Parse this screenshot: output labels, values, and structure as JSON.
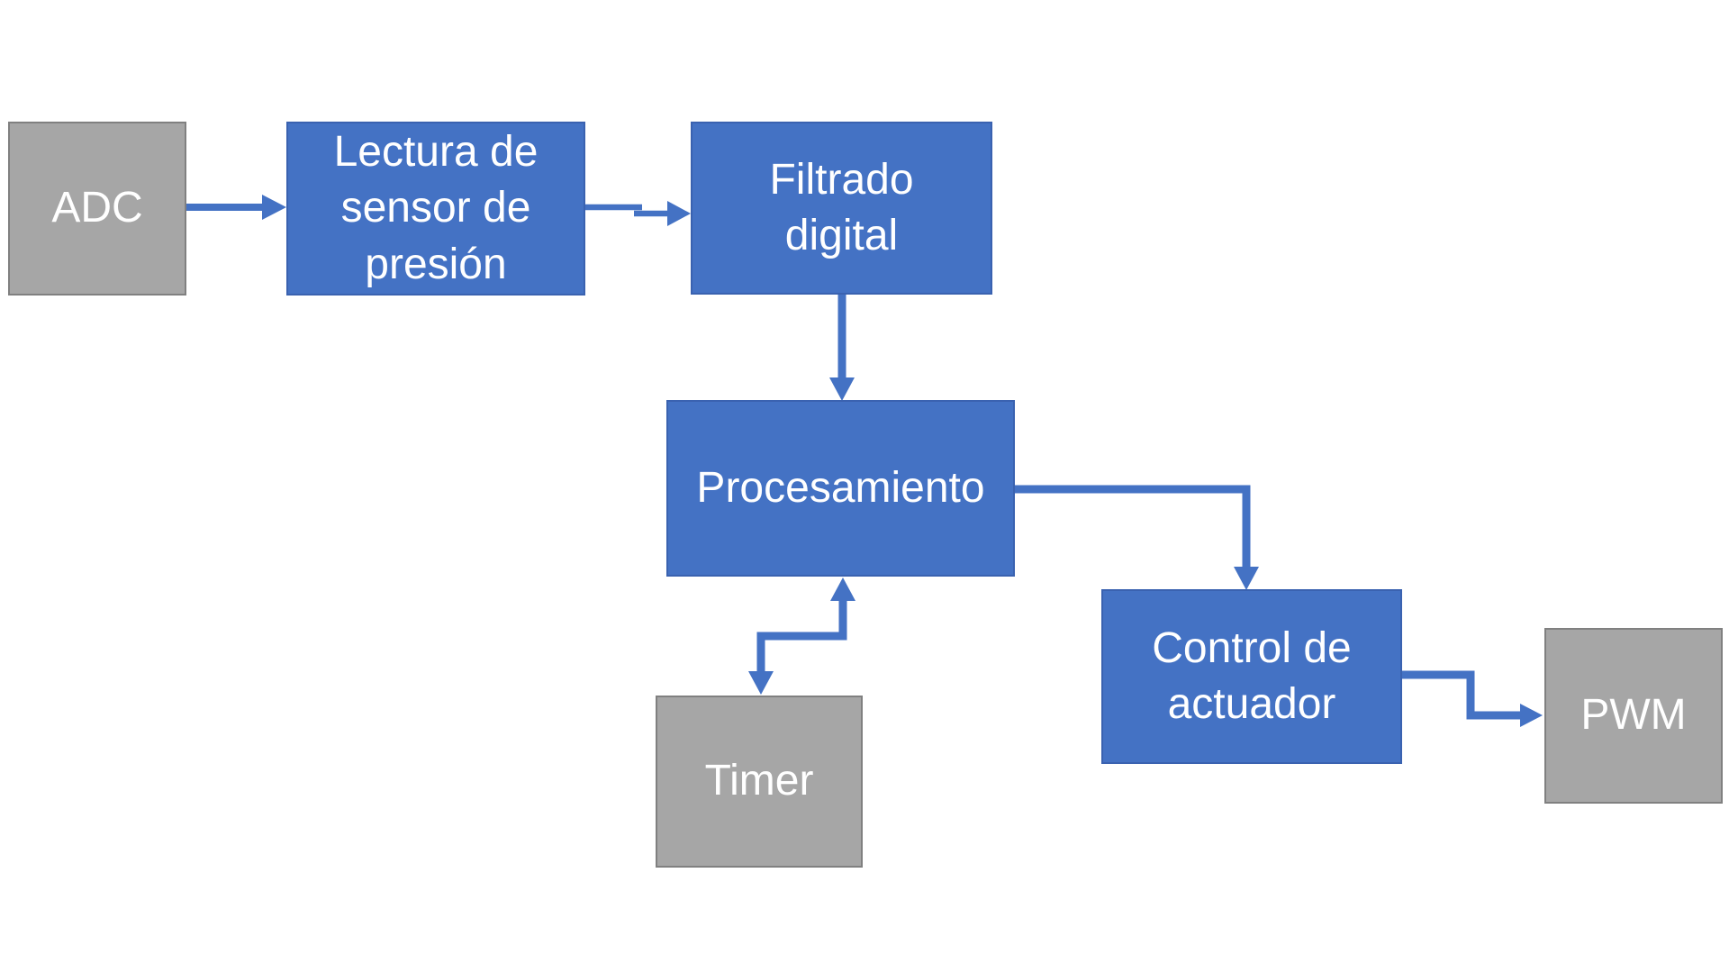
{
  "diagram": {
    "background": "#ffffff",
    "nodes": {
      "adc": {
        "label": "ADC",
        "type": "peripheral"
      },
      "lectura": {
        "label": "Lectura de\nsensor de\npresión",
        "type": "process"
      },
      "filtrado": {
        "label": "Filtrado\ndigital",
        "type": "process"
      },
      "procesamiento": {
        "label": "Procesamiento",
        "type": "process"
      },
      "timer": {
        "label": "Timer",
        "type": "peripheral"
      },
      "control": {
        "label": "Control de\nactuador",
        "type": "process"
      },
      "pwm": {
        "label": "PWM",
        "type": "peripheral"
      }
    },
    "edges": [
      {
        "from": "adc",
        "to": "lectura",
        "style": "straight-arrow"
      },
      {
        "from": "lectura",
        "to": "filtrado",
        "style": "straight-arrow-with-jog"
      },
      {
        "from": "filtrado",
        "to": "procesamiento",
        "style": "straight-arrow"
      },
      {
        "from": "procesamiento",
        "to": "control",
        "style": "elbow-arrow"
      },
      {
        "from": "timer",
        "to": "procesamiento",
        "style": "elbow-double-arrow"
      },
      {
        "from": "control",
        "to": "pwm",
        "style": "elbow-arrow"
      }
    ],
    "colors": {
      "process_fill": "#4472C4",
      "process_border": "#3A62B0",
      "peripheral_fill": "#A6A6A6",
      "peripheral_border": "#808080",
      "connector": "#4472C4",
      "text": "#FFFFFF"
    }
  }
}
